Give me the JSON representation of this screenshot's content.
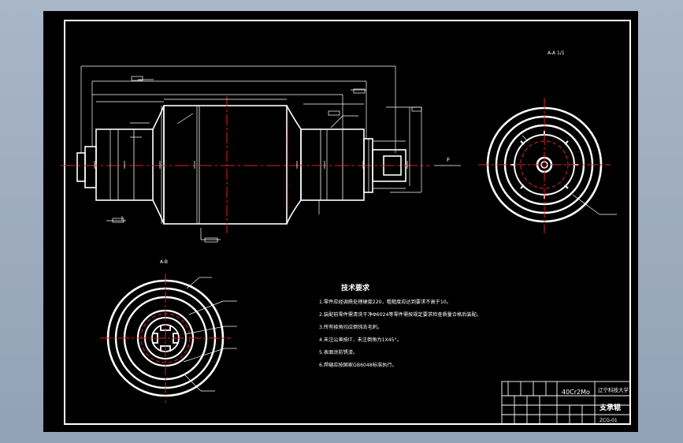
{
  "drawing": {
    "scale_note": "A-A 1/1",
    "section_label_b": "A-B",
    "view_marker": "F",
    "tech_requirements": {
      "title": "技术要求",
      "items": [
        "1.零件应经调质处理硬度220，粗糙度应达到要求不高于10。",
        "2.装配前零件需清洗干净Φ6024等零件需按规定要求检查质量合格后装配。",
        "3.所有棱角均应倒钝去毛刺。",
        "4.未注公差按IT，未注倒角为1X45°。",
        "5.表面涂防锈漆。",
        "6.焊缝应按国家GB6048标准执行。"
      ]
    },
    "title_block": {
      "material": "40Cr2Mo",
      "institute": "辽宁科技大学",
      "part_name": "支承辊",
      "drawing_no": "ZCG-01"
    }
  }
}
